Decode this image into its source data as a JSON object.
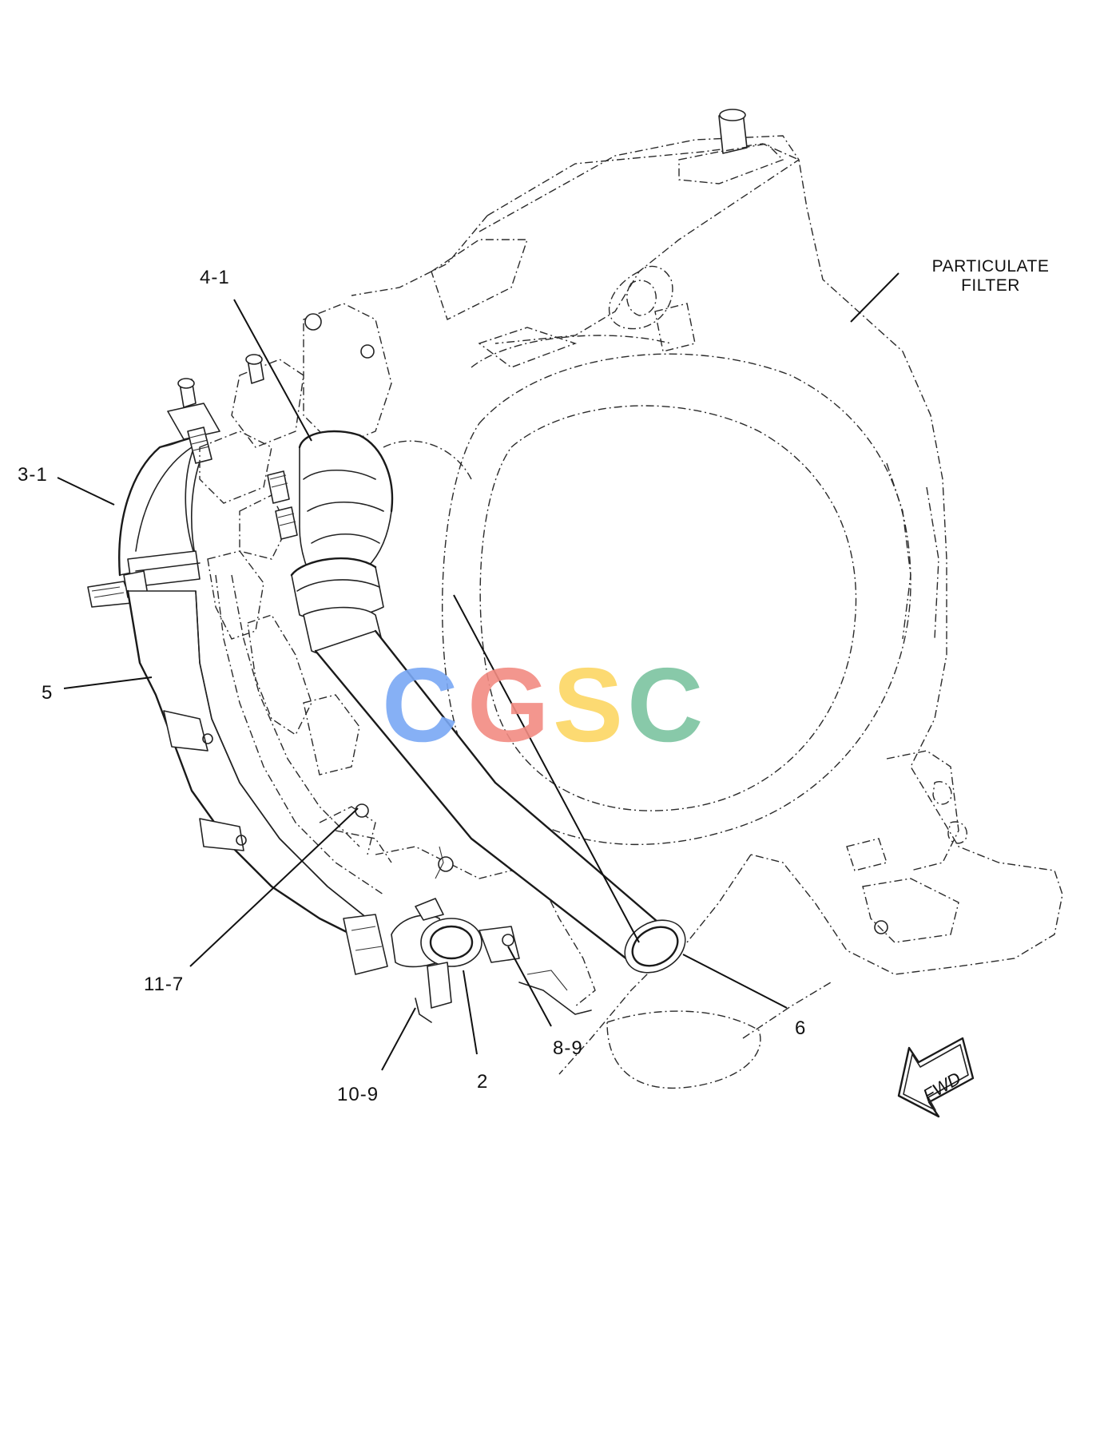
{
  "callouts": {
    "c4_1": "4-1",
    "c3_1": "3-1",
    "c5": "5",
    "c11_7": "11-7",
    "c10_9": "10-9",
    "c2": "2",
    "c8_9": "8-9",
    "c6": "6"
  },
  "note": {
    "line1": "PARTICULATE",
    "line2": "FILTER"
  },
  "fwd_arrow": {
    "label": "FWD"
  },
  "watermark": {
    "letters": [
      "C",
      "G",
      "S",
      "C"
    ],
    "colors": [
      "#7aa8f5",
      "#f28b82",
      "#fcd663",
      "#7cc4a0"
    ]
  }
}
